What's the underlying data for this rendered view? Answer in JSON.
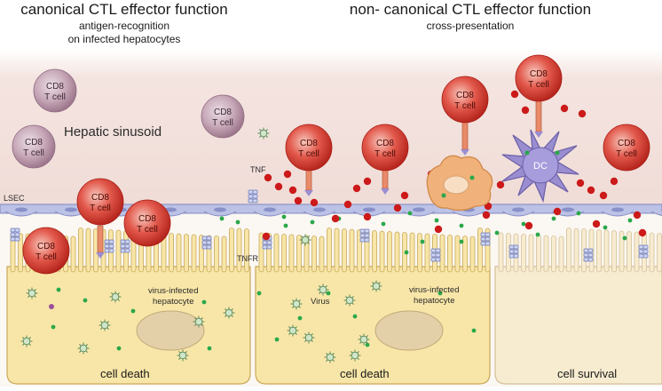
{
  "headers": {
    "left_title": "canonical CTL effector function",
    "left_sub1": "antigen-recognition",
    "left_sub2": "on infected hepatocytes",
    "right_title": "non- canonical CTL effector function",
    "right_sub": "cross-presentation"
  },
  "labels": {
    "sinusoid": "Hepatic sinusoid",
    "lsec": "LSEC",
    "tnf": "TNF",
    "tnfr": "TNFR",
    "virus": "Virus",
    "infected_left_1": "virus-infected",
    "infected_left_2": "hepatocyte",
    "infected_mid_1": "virus-infected",
    "infected_mid_2": "hepatocyte",
    "dc": "DC"
  },
  "cell_label": {
    "line1": "CD8",
    "line2": "T cell"
  },
  "outcomes": {
    "left": "cell death",
    "middle": "cell death",
    "right": "cell survival"
  },
  "colors": {
    "sinusoid_bg": "#f2e0dc",
    "hepatocyte_fill": "#f8e6a8",
    "healthy_hepatocyte_fill": "#f7ecd0",
    "active_tcell": "#d9362c",
    "resting_tcell": "#b894a8",
    "tnf_dot": "#cc1a1a",
    "green_dot": "#2aa84a",
    "dc_fill": "#9a8ed0",
    "macrophage_fill": "#f0b27a",
    "lsec_fill": "#bcc2e6",
    "nucleus_fill": "#e3d0a8"
  }
}
